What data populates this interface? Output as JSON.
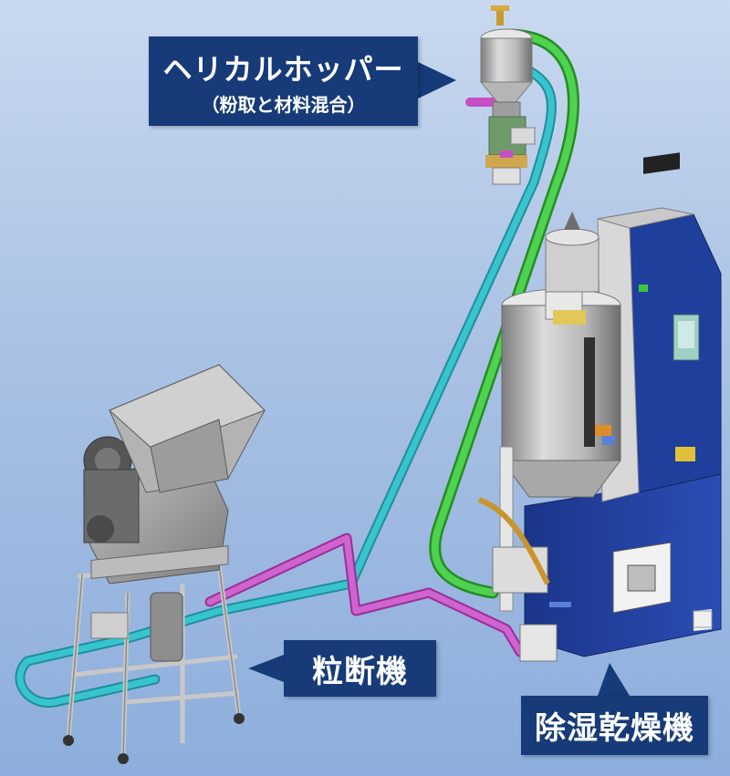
{
  "labels": {
    "hopper": {
      "title": "ヘリカルホッパー",
      "subtitle": "（粉取と材料混合）"
    },
    "granulator": {
      "title": "粒断機"
    },
    "dryer": {
      "title": "除湿乾燥機"
    }
  },
  "colors": {
    "label_bg": "#163b78",
    "pipe_green": "#3ec43e",
    "pipe_teal": "#2cb7c2",
    "pipe_magenta": "#c64fc4",
    "machine_gray": "#9a9a9a",
    "dryer_blue": "#1f3f9c",
    "background": "#a9c1e4"
  }
}
